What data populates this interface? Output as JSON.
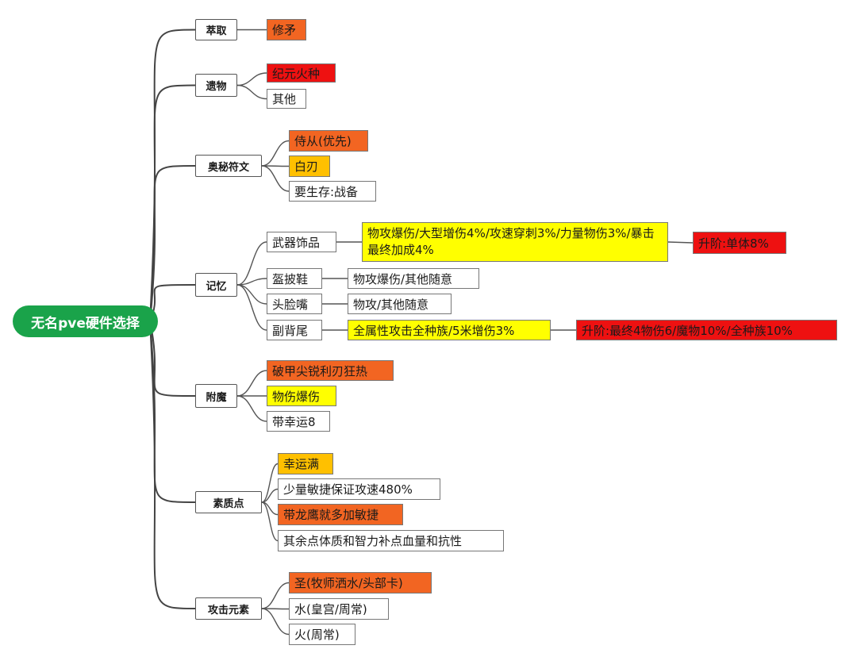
{
  "colors": {
    "root": "#1aa34a",
    "orange": "#f26522",
    "red": "#ee1111",
    "yellow": "#ffff00",
    "amber": "#ffc000",
    "white": "#ffffff",
    "line": "#555555"
  },
  "mindmap": {
    "root": {
      "label": "无名pve硬件选择"
    },
    "categories": [
      {
        "id": "c1",
        "label": "萃取",
        "children": [
          {
            "id": "c1a",
            "label": "修矛",
            "color": "orange"
          }
        ]
      },
      {
        "id": "c2",
        "label": "遗物",
        "children": [
          {
            "id": "c2a",
            "label": "纪元火种",
            "color": "red"
          },
          {
            "id": "c2b",
            "label": "其他",
            "color": "white"
          }
        ]
      },
      {
        "id": "c3",
        "label": "奥秘符文",
        "children": [
          {
            "id": "c3a",
            "label": "侍从(优先)",
            "color": "orange"
          },
          {
            "id": "c3b",
            "label": "白刃",
            "color": "amber"
          },
          {
            "id": "c3c",
            "label": "要生存:战备",
            "color": "white"
          }
        ]
      },
      {
        "id": "c4",
        "label": "记忆",
        "children": [
          {
            "id": "c4a",
            "label": "武器饰品",
            "color": "white",
            "children": [
              {
                "id": "c4a1",
                "label": "物攻爆伤/大型增伤4%/攻速穿刺3%/力量物伤3%/暴击最终加成4%",
                "color": "yellow",
                "children": [
                  {
                    "id": "c4a1x",
                    "label": "升阶:单体8%",
                    "color": "red"
                  }
                ]
              }
            ]
          },
          {
            "id": "c4b",
            "label": "盔披鞋",
            "color": "white",
            "children": [
              {
                "id": "c4b1",
                "label": "物攻爆伤/其他随意",
                "color": "white"
              }
            ]
          },
          {
            "id": "c4c",
            "label": "头脸嘴",
            "color": "white",
            "children": [
              {
                "id": "c4c1",
                "label": "物攻/其他随意",
                "color": "white"
              }
            ]
          },
          {
            "id": "c4d",
            "label": "副背尾",
            "color": "white",
            "children": [
              {
                "id": "c4d1",
                "label": "全属性攻击全种族/5米增伤3%",
                "color": "yellow",
                "children": [
                  {
                    "id": "c4d1x",
                    "label": "升阶:最终4物伤6/魔物10%/全种族10%",
                    "color": "red"
                  }
                ]
              }
            ]
          }
        ]
      },
      {
        "id": "c5",
        "label": "附魔",
        "children": [
          {
            "id": "c5a",
            "label": "破甲尖锐利刃狂热",
            "color": "orange"
          },
          {
            "id": "c5b",
            "label": "物伤爆伤",
            "color": "yellow"
          },
          {
            "id": "c5c",
            "label": "带幸运8",
            "color": "white"
          }
        ]
      },
      {
        "id": "c6",
        "label": "素质点",
        "children": [
          {
            "id": "c6a",
            "label": "幸运满",
            "color": "amber"
          },
          {
            "id": "c6b",
            "label": "少量敏捷保证攻速480%",
            "color": "white"
          },
          {
            "id": "c6c",
            "label": "带龙鹰就多加敏捷",
            "color": "orange"
          },
          {
            "id": "c6d",
            "label": "其余点体质和智力补点血量和抗性",
            "color": "white"
          }
        ]
      },
      {
        "id": "c7",
        "label": "攻击元素",
        "children": [
          {
            "id": "c7a",
            "label": "圣(牧师洒水/头部卡)",
            "color": "orange"
          },
          {
            "id": "c7b",
            "label": "水(皇宫/周常)",
            "color": "white"
          },
          {
            "id": "c7c",
            "label": "火(周常)",
            "color": "white"
          }
        ]
      }
    ]
  }
}
